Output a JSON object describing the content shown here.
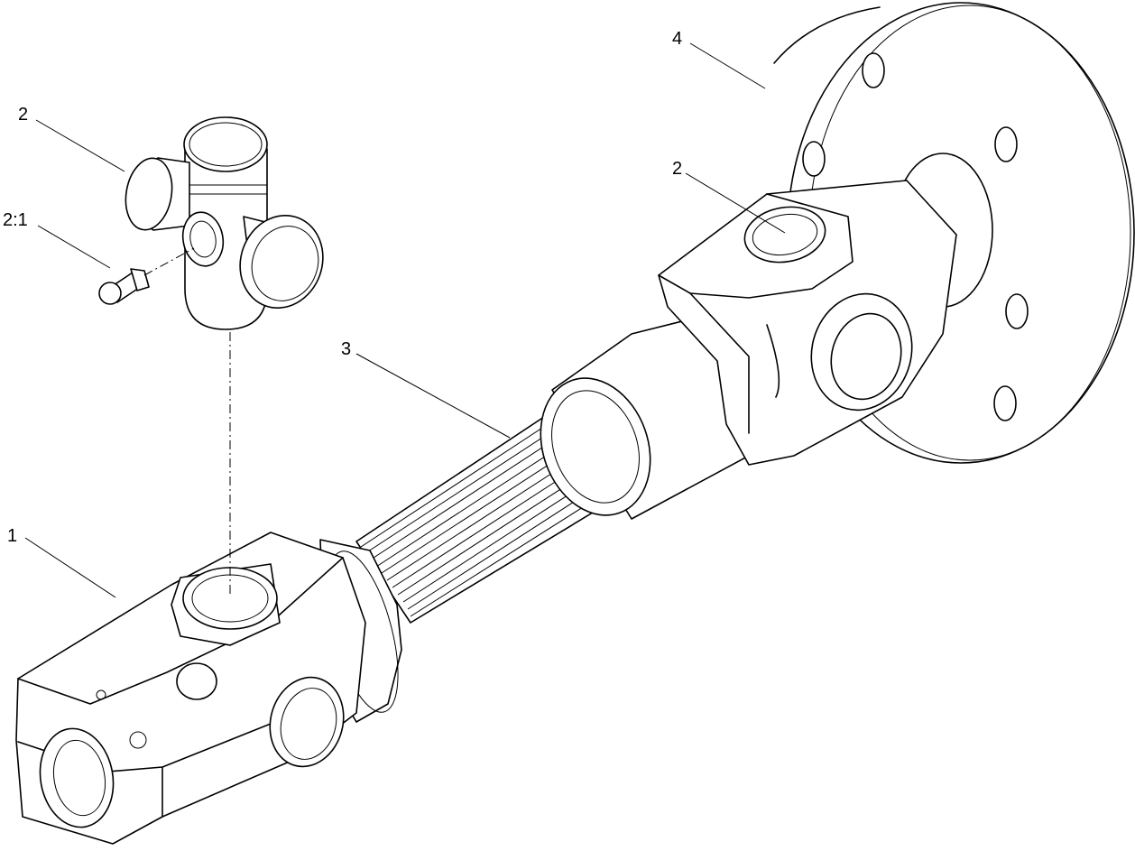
{
  "callouts": [
    {
      "id": "c1",
      "label": "1"
    },
    {
      "id": "c2a",
      "label": "2"
    },
    {
      "id": "c21",
      "label": "2:1"
    },
    {
      "id": "c3",
      "label": "3"
    },
    {
      "id": "c2b",
      "label": "2"
    },
    {
      "id": "c4",
      "label": "4"
    }
  ]
}
